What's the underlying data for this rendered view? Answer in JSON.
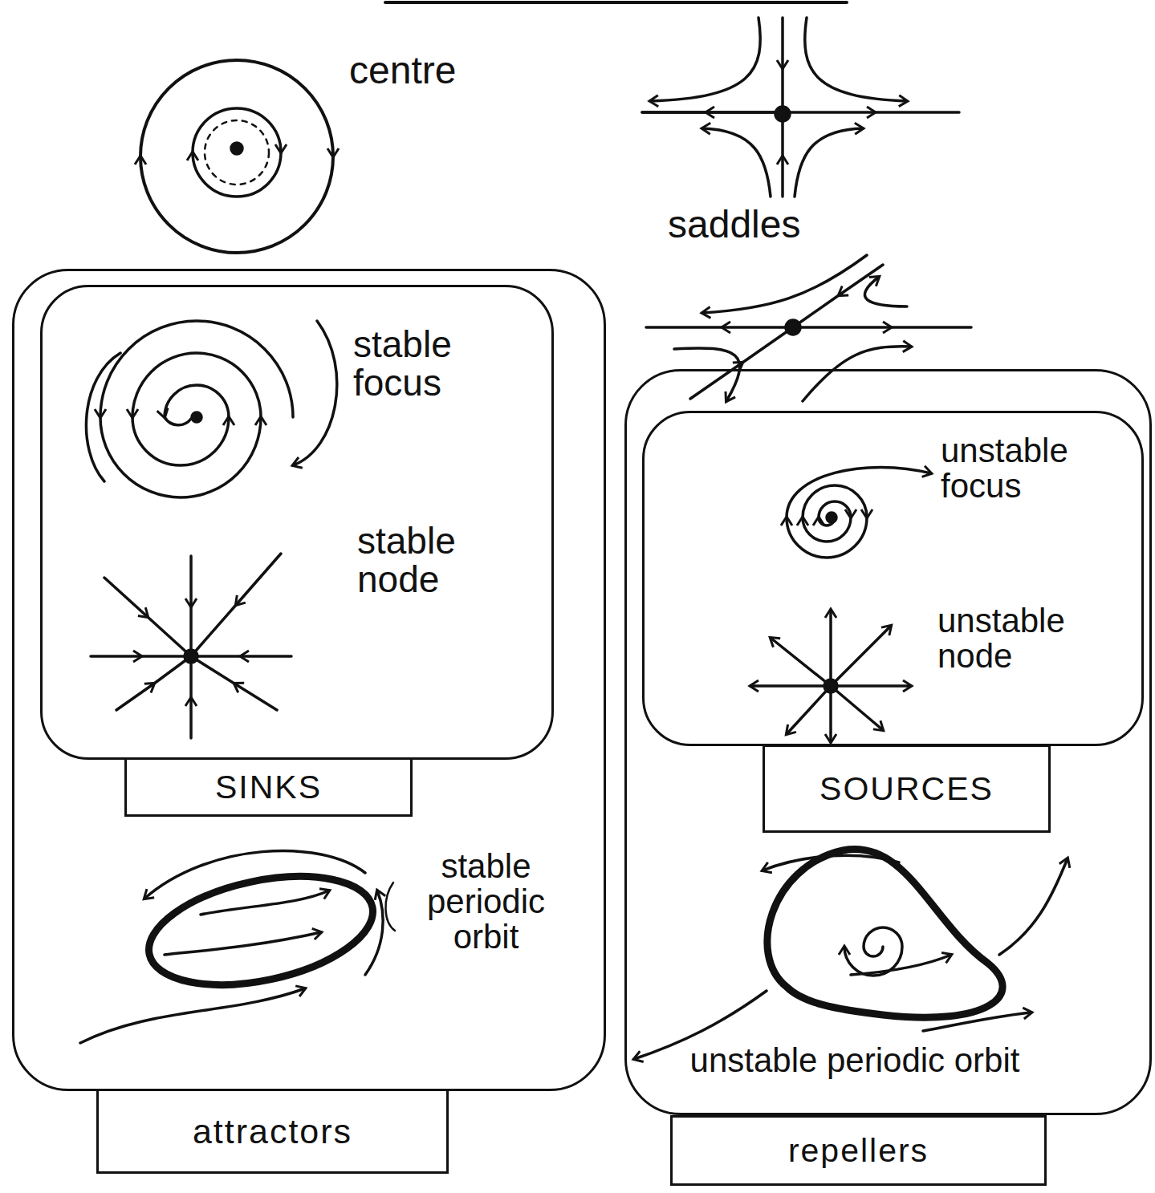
{
  "diagram": {
    "nodes": [
      {
        "text": [
          "stable periodic orbit",
          "attractors"
        ]
      },
      {
        "text": [
          "stable focus",
          "stable node",
          "SINKS"
        ],
        "in": 0
      },
      {
        "text": [
          "unstable periodic orbit",
          "repellers"
        ]
      },
      {
        "text": [
          "unstable focus",
          "unstable node",
          "SOURCES"
        ],
        "in": 2
      }
    ],
    "edges": [],
    "labels": [
      "centre",
      "saddles"
    ]
  }
}
